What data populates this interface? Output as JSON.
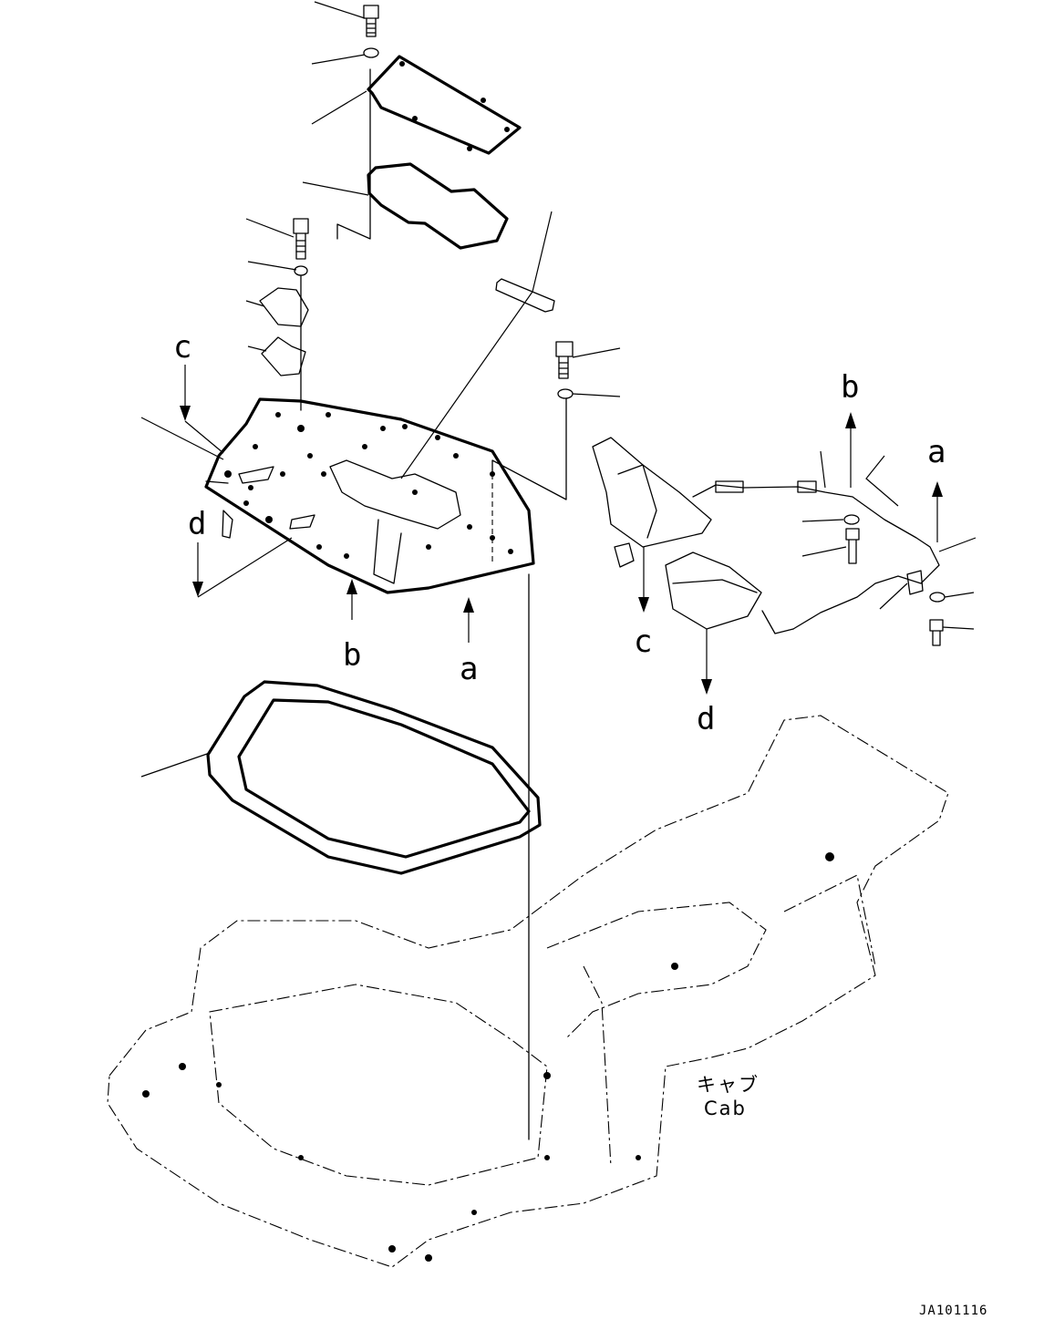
{
  "diagram": {
    "drawing_number": "JA101116",
    "cab_label_jp": "キャブ",
    "cab_label_en": "Cab",
    "connection_labels": [
      {
        "id": "c-top",
        "text": "c"
      },
      {
        "id": "d-left",
        "text": "d"
      },
      {
        "id": "b-bottom",
        "text": "b"
      },
      {
        "id": "a-bottom",
        "text": "a"
      },
      {
        "id": "b-right",
        "text": "b"
      },
      {
        "id": "a-right",
        "text": "a"
      },
      {
        "id": "c-right",
        "text": "c"
      },
      {
        "id": "d-right",
        "text": "d"
      }
    ]
  }
}
